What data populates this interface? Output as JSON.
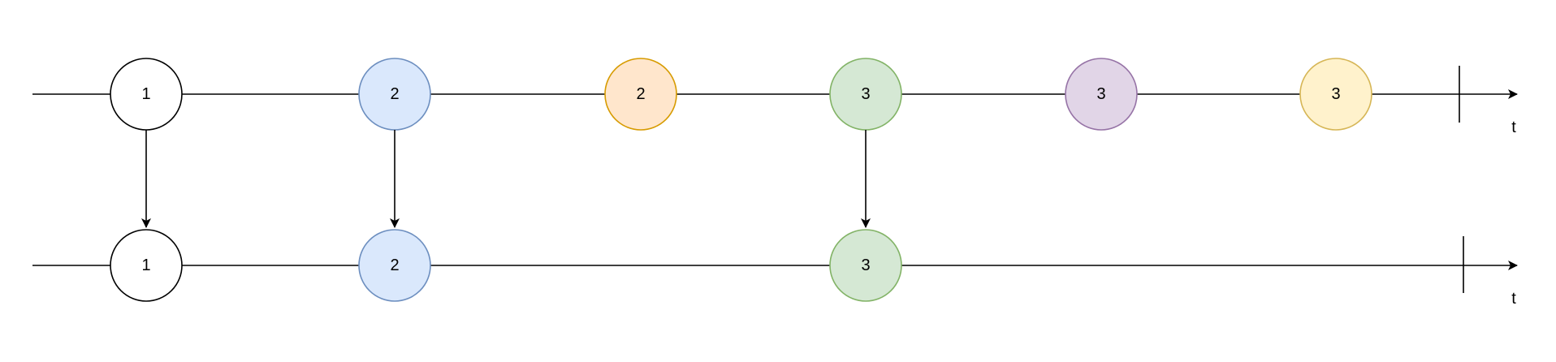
{
  "timelines": [
    {
      "id": "source",
      "time_label": "t",
      "marbles": [
        {
          "label": "1",
          "fill": "#ffffff",
          "stroke": "#000000",
          "passes": true
        },
        {
          "label": "2",
          "fill": "#dae8fc",
          "stroke": "#6c8ebf",
          "passes": true
        },
        {
          "label": "2",
          "fill": "#ffe6cc",
          "stroke": "#d79b00",
          "passes": false
        },
        {
          "label": "3",
          "fill": "#d5e8d4",
          "stroke": "#82b366",
          "passes": true
        },
        {
          "label": "3",
          "fill": "#e1d5e7",
          "stroke": "#9673a6",
          "passes": false
        },
        {
          "label": "3",
          "fill": "#fff2cc",
          "stroke": "#d6b656",
          "passes": false
        }
      ]
    },
    {
      "id": "result",
      "time_label": "t",
      "marbles": [
        {
          "label": "1",
          "fill": "#ffffff",
          "stroke": "#000000"
        },
        {
          "label": "2",
          "fill": "#dae8fc",
          "stroke": "#6c8ebf"
        },
        {
          "label": "3",
          "fill": "#d5e8d4",
          "stroke": "#82b366"
        }
      ]
    }
  ]
}
